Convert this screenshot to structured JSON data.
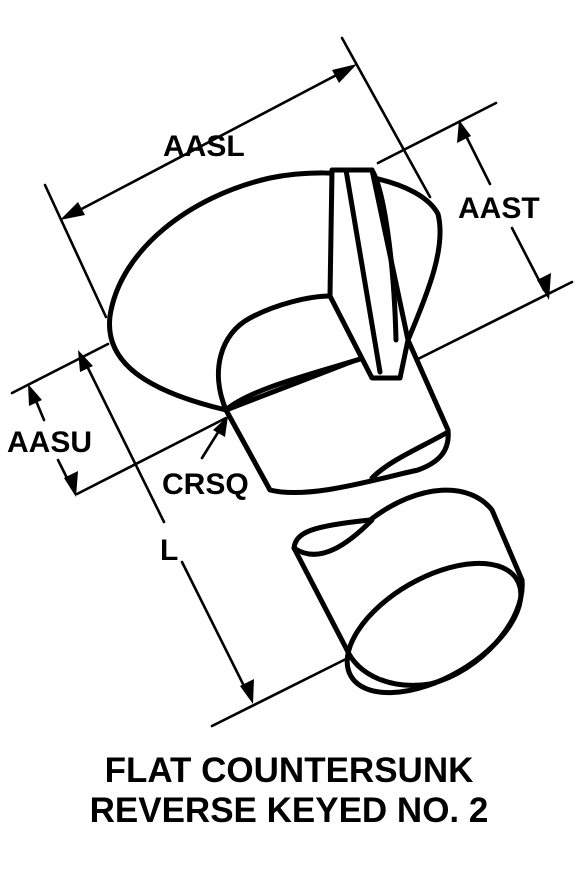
{
  "labels": {
    "aasl": "AASL",
    "aast": "AAST",
    "aasu": "AASU",
    "crsq": "CRSQ",
    "l": "L"
  },
  "caption": {
    "line1": "FLAT COUNTERSUNK",
    "line2": "REVERSE KEYED NO. 2"
  }
}
